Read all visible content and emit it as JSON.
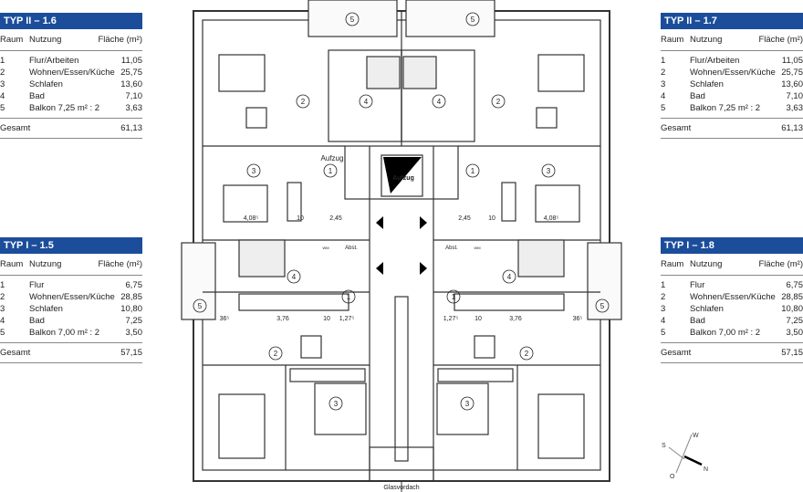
{
  "tables": [
    {
      "title": "TYP II – 1.6",
      "headers": [
        "Raum",
        "Nutzung",
        "Fläche (m²)"
      ],
      "rows": [
        [
          "1",
          "Flur/Arbeiten",
          "11,05"
        ],
        [
          "2",
          "Wohnen/Essen/Küche",
          "25,75"
        ],
        [
          "3",
          "Schlafen",
          "13,60"
        ],
        [
          "4",
          "Bad",
          "7,10"
        ],
        [
          "5",
          "Balkon 7,25 m² : 2",
          "3,63"
        ]
      ],
      "total_label": "Gesamt",
      "total": "61,13"
    },
    {
      "title": "TYP II – 1.7",
      "headers": [
        "Raum",
        "Nutzung",
        "Fläche (m²)"
      ],
      "rows": [
        [
          "1",
          "Flur/Arbeiten",
          "11,05"
        ],
        [
          "2",
          "Wohnen/Essen/Küche",
          "25,75"
        ],
        [
          "3",
          "Schlafen",
          "13,60"
        ],
        [
          "4",
          "Bad",
          "7,10"
        ],
        [
          "5",
          "Balkon 7,25 m² : 2",
          "3,63"
        ]
      ],
      "total_label": "Gesamt",
      "total": "61,13"
    },
    {
      "title": "TYP I – 1.5",
      "headers": [
        "Raum",
        "Nutzung",
        "Fläche (m²)"
      ],
      "rows": [
        [
          "1",
          "Flur",
          "6,75"
        ],
        [
          "2",
          "Wohnen/Essen/Küche",
          "28,85"
        ],
        [
          "3",
          "Schlafen",
          "10,80"
        ],
        [
          "4",
          "Bad",
          "7,25"
        ],
        [
          "5",
          "Balkon 7,00 m² : 2",
          "3,50"
        ]
      ],
      "total_label": "Gesamt",
      "total": "57,15"
    },
    {
      "title": "TYP I – 1.8",
      "headers": [
        "Raum",
        "Nutzung",
        "Fläche (m²)"
      ],
      "rows": [
        [
          "1",
          "Flur",
          "6,75"
        ],
        [
          "2",
          "Wohnen/Essen/Küche",
          "28,85"
        ],
        [
          "3",
          "Schlafen",
          "10,80"
        ],
        [
          "4",
          "Bad",
          "7,25"
        ],
        [
          "5",
          "Balkon 7,00 m² : 2",
          "3,50"
        ]
      ],
      "total_label": "Gesamt",
      "total": "57,15"
    }
  ],
  "plan": {
    "aufzug_label": "Aufzug",
    "aufzug_label2": "Aufzug",
    "abst": "Abst.",
    "wm": "WM",
    "glasvordach": "Glasvordach",
    "room_numbers": [
      "1",
      "2",
      "3",
      "4",
      "5"
    ],
    "dims": {
      "bed": "4,08⁵",
      "ten": "10",
      "corr": "2,45",
      "kitchen": "3,76",
      "hall": "1,27⁵",
      "wall": "36⁵"
    }
  },
  "compass": {
    "w": "W",
    "s": "S",
    "n": "N",
    "o": "O"
  },
  "colors": {
    "header": "#1b4d9b"
  }
}
